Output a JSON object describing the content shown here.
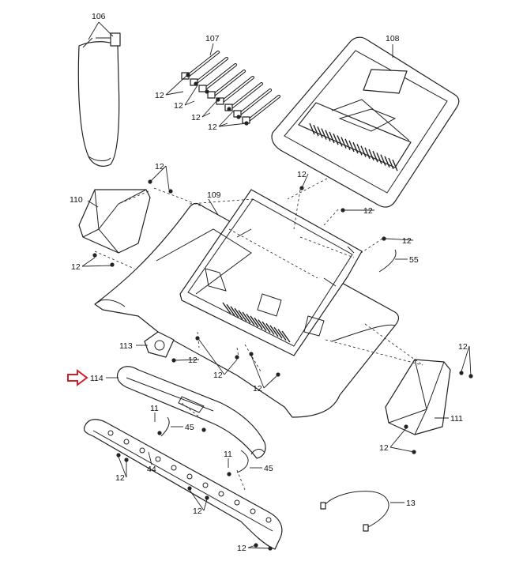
{
  "labels": {
    "p106": "106",
    "p107": "107",
    "p108": "108",
    "p109": "109",
    "p110": "110",
    "p111": "111",
    "p113": "113",
    "p114": "114",
    "p55": "55",
    "p44": "44",
    "p45a": "45",
    "p45b": "45",
    "p11a": "11",
    "p11b": "11",
    "p13": "13",
    "s12": [
      "12",
      "12",
      "12",
      "12",
      "12",
      "12",
      "12",
      "12",
      "12",
      "12",
      "12",
      "12",
      "12",
      "12",
      "12",
      "12",
      "12"
    ]
  },
  "colors": {
    "line": "#222222",
    "highlight_arrow": "#d0202a"
  },
  "icons": {
    "highlight": "arrow-right-icon"
  }
}
